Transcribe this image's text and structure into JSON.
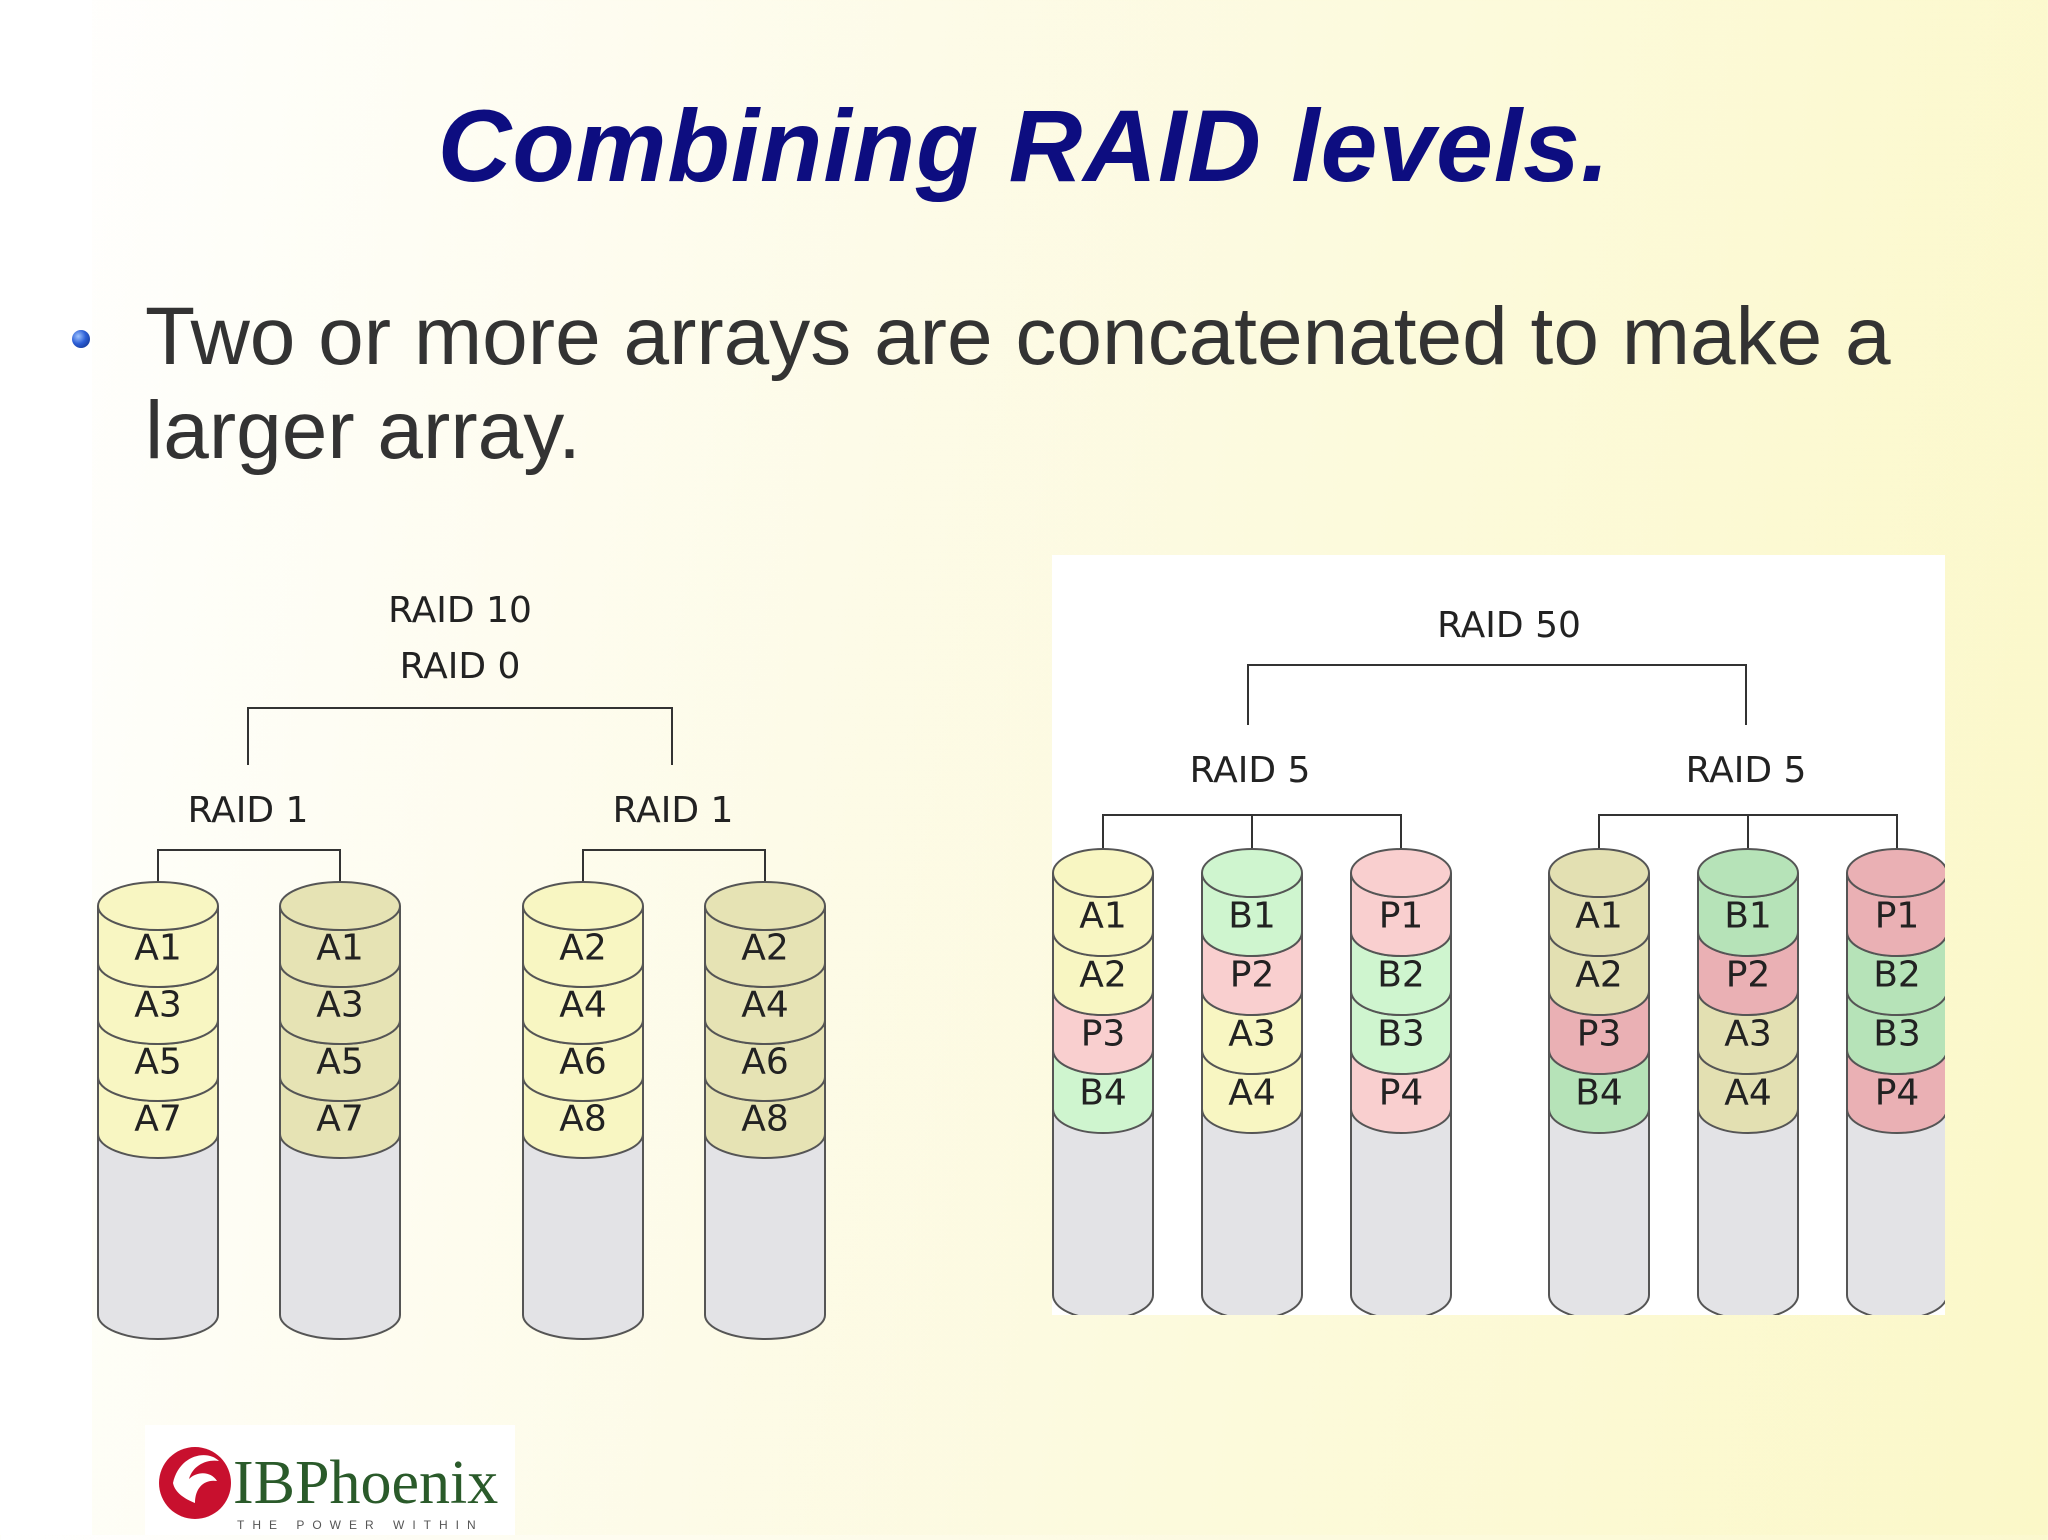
{
  "slide": {
    "title": "Combining RAID levels.",
    "bullet": " Two or more arrays are concatenated to make a larger array."
  },
  "raid10": {
    "title_top": "RAID 10",
    "title_bottom": "RAID 0",
    "groups": [
      {
        "label": "RAID 1",
        "disks": [
          {
            "blocks": [
              "A1",
              "A3",
              "A5",
              "A7"
            ],
            "shade": "light"
          },
          {
            "blocks": [
              "A1",
              "A3",
              "A5",
              "A7"
            ],
            "shade": "dark"
          }
        ]
      },
      {
        "label": "RAID 1",
        "disks": [
          {
            "blocks": [
              "A2",
              "A4",
              "A6",
              "A8"
            ],
            "shade": "light"
          },
          {
            "blocks": [
              "A2",
              "A4",
              "A6",
              "A8"
            ],
            "shade": "dark"
          }
        ]
      }
    ]
  },
  "raid50": {
    "title": "RAID 50",
    "groups": [
      {
        "label": "RAID 5",
        "disks": [
          {
            "blocks": [
              "A1",
              "A2",
              "P3",
              "B4"
            ]
          },
          {
            "blocks": [
              "B1",
              "P2",
              "A3",
              "A4"
            ]
          },
          {
            "blocks": [
              "P1",
              "B2",
              "B3",
              "P4"
            ]
          }
        ]
      },
      {
        "label": "RAID 5",
        "disks": [
          {
            "blocks": [
              "A1",
              "A2",
              "P3",
              "B4"
            ]
          },
          {
            "blocks": [
              "B1",
              "P2",
              "A3",
              "A4"
            ]
          },
          {
            "blocks": [
              "P1",
              "B2",
              "B3",
              "P4"
            ]
          }
        ]
      }
    ]
  },
  "colors": {
    "title": "#0d0d80",
    "text": "#333333",
    "a_light": "#f8f6c2",
    "a_dark": "#e6e3b4",
    "a50_group1": "#f8f6c2",
    "a50_group2": "#e3e0b2",
    "b_light": "#cff5cf",
    "b_dark": "#b6e3b8",
    "p_light": "#f9cfcf",
    "p_dark": "#eab0b4",
    "empty": "#e3e3e6"
  },
  "logo": {
    "name": "IBPhoenix",
    "tagline": "THE POWER WITHIN"
  }
}
